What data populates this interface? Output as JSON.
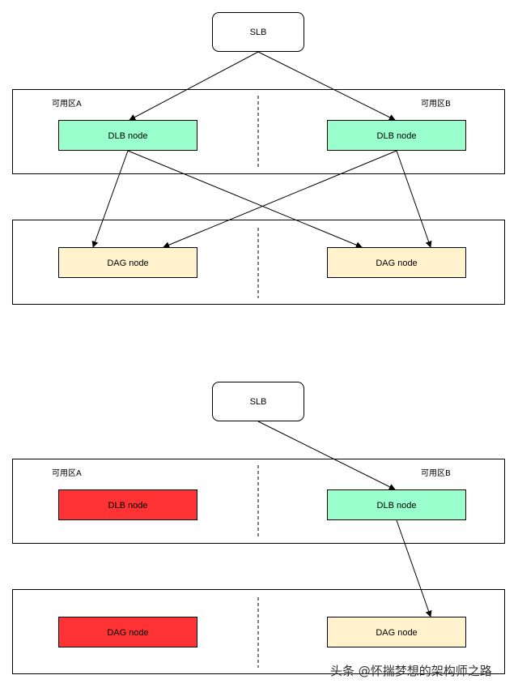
{
  "colors": {
    "dlb_ok": "#99ffcc",
    "dag_ok": "#fff2cc",
    "failed": "#ff3333"
  },
  "diagram_top": {
    "slb_label": "SLB",
    "zone_a_label": "可用区A",
    "zone_b_label": "可用区B",
    "dlb_a_label": "DLB node",
    "dlb_b_label": "DLB node",
    "dag_a_label": "DAG node",
    "dag_b_label": "DAG node",
    "dlb_a_status": "ok",
    "dag_a_status": "ok"
  },
  "diagram_bottom": {
    "slb_label": "SLB",
    "zone_a_label": "可用区A",
    "zone_b_label": "可用区B",
    "dlb_a_label": "DLB node",
    "dlb_b_label": "DLB node",
    "dag_a_label": "DAG node",
    "dag_b_label": "DAG node",
    "dlb_a_status": "failed",
    "dag_a_status": "failed"
  },
  "watermark": "头条 @怀揣梦想的架构师之路"
}
